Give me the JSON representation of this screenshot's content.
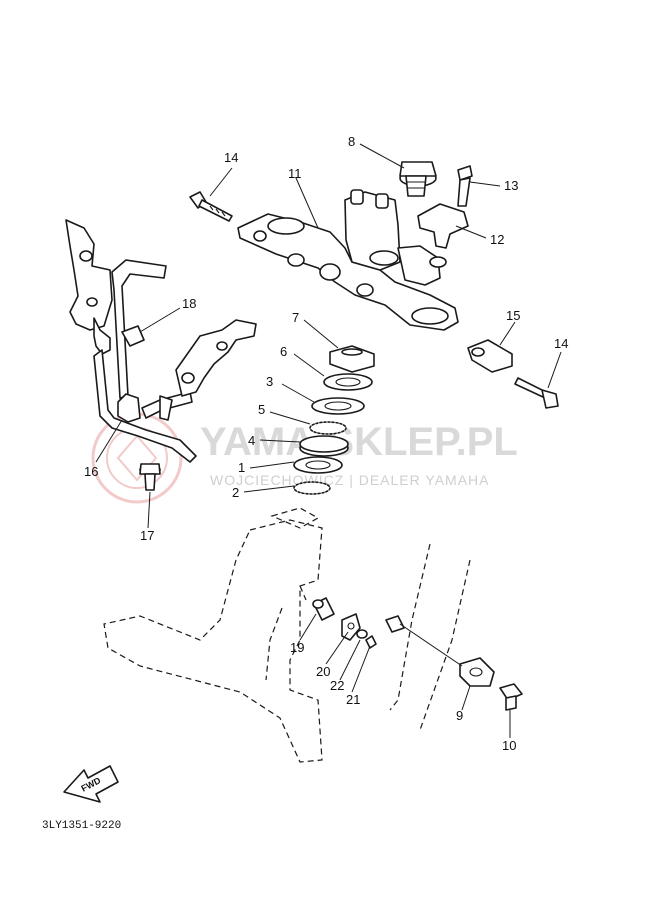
{
  "callouts": [
    {
      "id": "1",
      "label": "1"
    },
    {
      "id": "2",
      "label": "2"
    },
    {
      "id": "3",
      "label": "3"
    },
    {
      "id": "4",
      "label": "4"
    },
    {
      "id": "5",
      "label": "5"
    },
    {
      "id": "6",
      "label": "6"
    },
    {
      "id": "7",
      "label": "7"
    },
    {
      "id": "8",
      "label": "8"
    },
    {
      "id": "9",
      "label": "9"
    },
    {
      "id": "10",
      "label": "10"
    },
    {
      "id": "11",
      "label": "11"
    },
    {
      "id": "12",
      "label": "12"
    },
    {
      "id": "13",
      "label": "13"
    },
    {
      "id": "14a",
      "label": "14"
    },
    {
      "id": "14b",
      "label": "14"
    },
    {
      "id": "15",
      "label": "15"
    },
    {
      "id": "16",
      "label": "16"
    },
    {
      "id": "17",
      "label": "17"
    },
    {
      "id": "18",
      "label": "18"
    },
    {
      "id": "19",
      "label": "19"
    },
    {
      "id": "20",
      "label": "20"
    },
    {
      "id": "21",
      "label": "21"
    },
    {
      "id": "22",
      "label": "22"
    }
  ],
  "watermark": {
    "brand": "YAMA-SKLEP.PL",
    "tagline": "WOJCIECHOWICZ | DEALER YAMAHA",
    "color": "#e8a0a0"
  },
  "fwd_label": "FWD",
  "diagram_code": "3LY1351-9220"
}
